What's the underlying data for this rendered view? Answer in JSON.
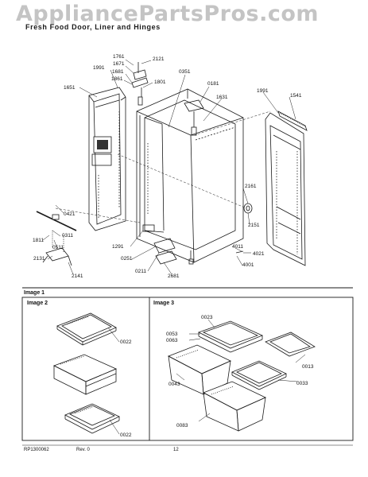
{
  "watermark": "AppliancePartsPros.com",
  "heading": "Fresh Food Door, Liner and Hinges",
  "labels": {
    "p1761": "1761",
    "p1671": "1671",
    "p1991a": "1991",
    "p1681": "1681",
    "p1861": "1861",
    "p2121": "2121",
    "p1801": "1801",
    "p0351": "0351",
    "p0181": "0181",
    "p1651": "1651",
    "p1631": "1631",
    "p1991b": "1991",
    "p1541": "1541",
    "p2161": "2161",
    "p2151": "2151",
    "p0421": "0421",
    "p0311": "0311",
    "p1811": "1811",
    "p0511": "0511",
    "p2131": "2131",
    "p2141": "2141",
    "p1291": "1291",
    "p0251": "0251",
    "p0211": "0211",
    "p2681": "2681",
    "p4011": "4011",
    "p4021": "4021",
    "p4001": "4001",
    "p0022a": "0022",
    "p0022b": "0022",
    "p0023": "0023",
    "p0053": "0053",
    "p0063": "0063",
    "p0013": "0013",
    "p0043": "0043",
    "p0033": "0033",
    "p0083": "0083"
  },
  "sections": {
    "image1": "Image 1",
    "image2": "Image 2",
    "image3": "Image 3"
  },
  "footer": {
    "code": "RP1300062",
    "rev": "Rev. 0",
    "page": "12"
  }
}
